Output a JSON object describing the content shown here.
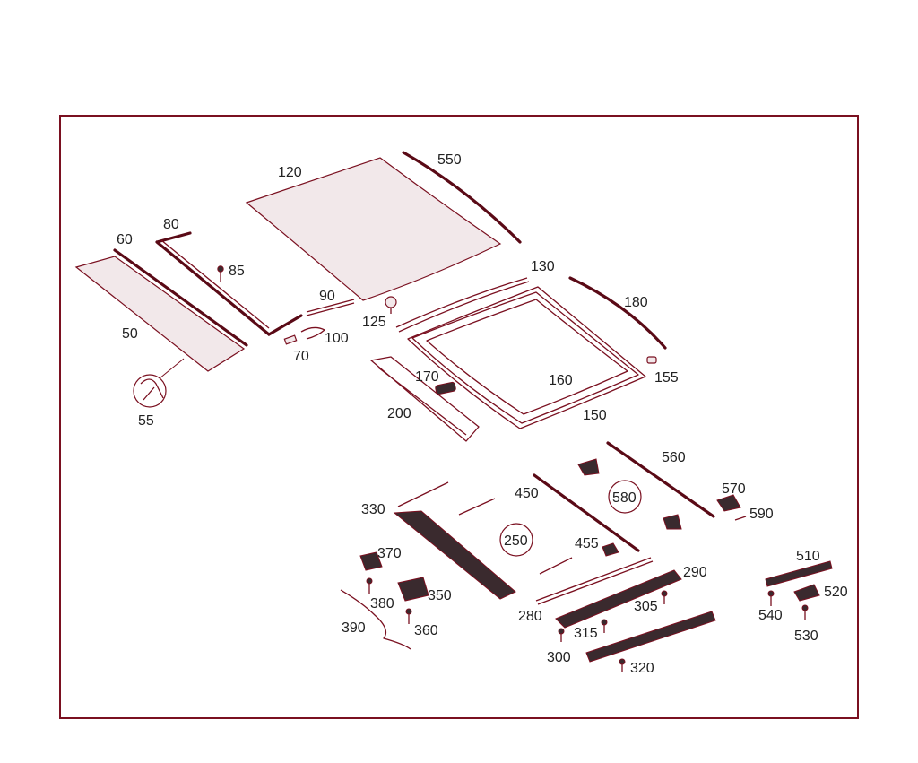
{
  "labels": {
    "p50": "50",
    "p55": "55",
    "p60": "60",
    "p70": "70",
    "p80": "80",
    "p85": "85",
    "p90": "90",
    "p100": "100",
    "p120": "120",
    "p125": "125",
    "p130": "130",
    "p150": "150",
    "p155": "155",
    "p160": "160",
    "p170": "170",
    "p180": "180",
    "p200": "200",
    "p250": "250",
    "p280": "280",
    "p290": "290",
    "p300": "300",
    "p305": "305",
    "p315": "315",
    "p320": "320",
    "p330": "330",
    "p350": "350",
    "p360": "360",
    "p370": "370",
    "p380": "380",
    "p390": "390",
    "p450": "450",
    "p455": "455",
    "p510": "510",
    "p520": "520",
    "p530": "530",
    "p540": "540",
    "p550": "550",
    "p560": "560",
    "p570": "570",
    "p580": "580",
    "p590": "590"
  },
  "colors": {
    "line": "#7a1020",
    "text": "#222222",
    "background": "#ffffff"
  },
  "icons": {
    "p55": "wrench-icon"
  }
}
